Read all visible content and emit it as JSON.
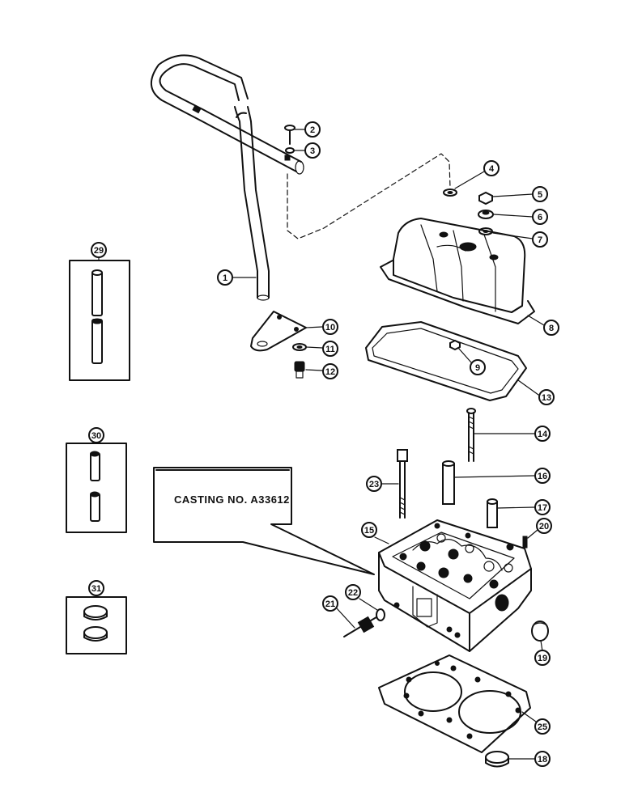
{
  "casting_label": "CASTING NO. A33612",
  "callouts": [
    {
      "id": "c1",
      "label": "1"
    },
    {
      "id": "c2",
      "label": "2"
    },
    {
      "id": "c3",
      "label": "3"
    },
    {
      "id": "c4",
      "label": "4"
    },
    {
      "id": "c5",
      "label": "5"
    },
    {
      "id": "c6",
      "label": "6"
    },
    {
      "id": "c7",
      "label": "7"
    },
    {
      "id": "c8",
      "label": "8"
    },
    {
      "id": "c9",
      "label": "9"
    },
    {
      "id": "c10",
      "label": "10"
    },
    {
      "id": "c11",
      "label": "11"
    },
    {
      "id": "c12",
      "label": "12"
    },
    {
      "id": "c13",
      "label": "13"
    },
    {
      "id": "c14",
      "label": "14"
    },
    {
      "id": "c15",
      "label": "15"
    },
    {
      "id": "c16",
      "label": "16"
    },
    {
      "id": "c17",
      "label": "17"
    },
    {
      "id": "c18",
      "label": "18"
    },
    {
      "id": "c19",
      "label": "19"
    },
    {
      "id": "c20",
      "label": "20"
    },
    {
      "id": "c21",
      "label": "21"
    },
    {
      "id": "c22",
      "label": "22"
    },
    {
      "id": "c23",
      "label": "23"
    },
    {
      "id": "c25",
      "label": "25"
    },
    {
      "id": "c29",
      "label": "29"
    },
    {
      "id": "c30",
      "label": "30"
    },
    {
      "id": "c31",
      "label": "31"
    }
  ]
}
